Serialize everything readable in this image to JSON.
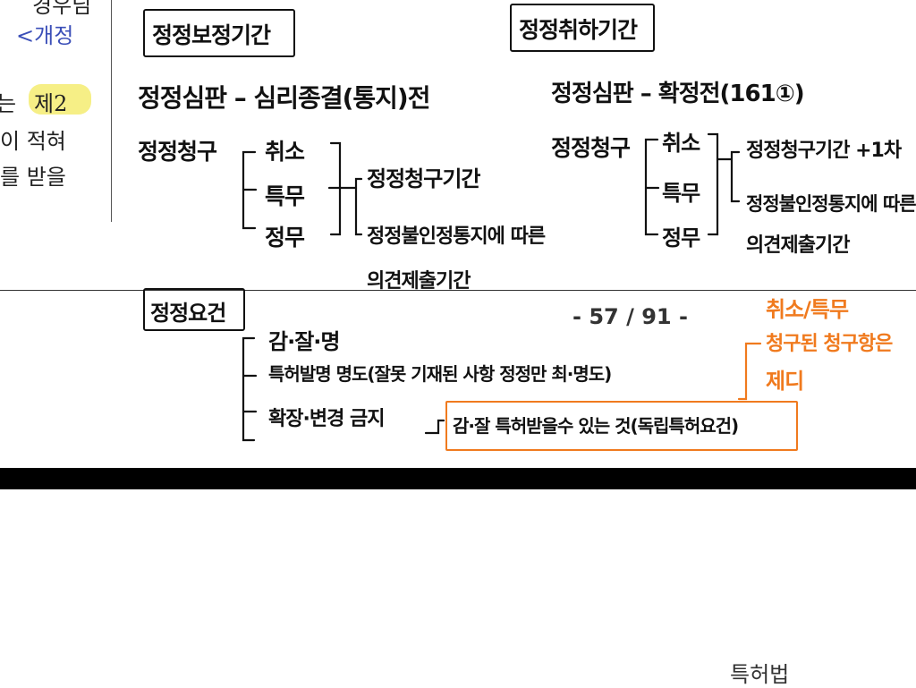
{
  "book": {
    "top_right": "경우님",
    "amend": "<개정",
    "line1_a": "는",
    "line1_b": "제2",
    "line2": "이 적혀",
    "line3": "를 받을"
  },
  "notes": {
    "left_title": "정정보정기간",
    "right_title": "정정취하기간",
    "left_heading": "정정심판 – 심리종결(통지)전",
    "right_heading": "정정심판 – 확정전(161①)",
    "left_claim": "정정청구",
    "right_claim": "정정청구",
    "left_items": [
      "취소",
      "특무",
      "정무"
    ],
    "right_items": [
      "취소",
      "특무",
      "정무"
    ],
    "left_period1": "정정청구기간",
    "left_period2": "정정불인정통지에 따른",
    "left_period3": "의견제출기간",
    "right_period1": "정정청구기간 +1차",
    "right_period2": "정정불인정통지에 따른",
    "right_period3": "의견제출기간",
    "req_title": "정정요건",
    "req_items": [
      "감·잘·명",
      "특허발명 명도(잘못 기재된 사항 정정만 최·명도)",
      "확장·변경 금지"
    ],
    "req_independent": "감·잘 특허받을수 있는 것(독립특허요건)",
    "orange_note": [
      "취소/특무",
      "청구된 청구항은",
      "제디"
    ]
  },
  "page_number": "- 57 / 91 -",
  "footer": "특허법",
  "colors": {
    "ink": "#111111",
    "orange": "#f07a1e",
    "highlight": "#f6ef86",
    "band": "#000000"
  }
}
